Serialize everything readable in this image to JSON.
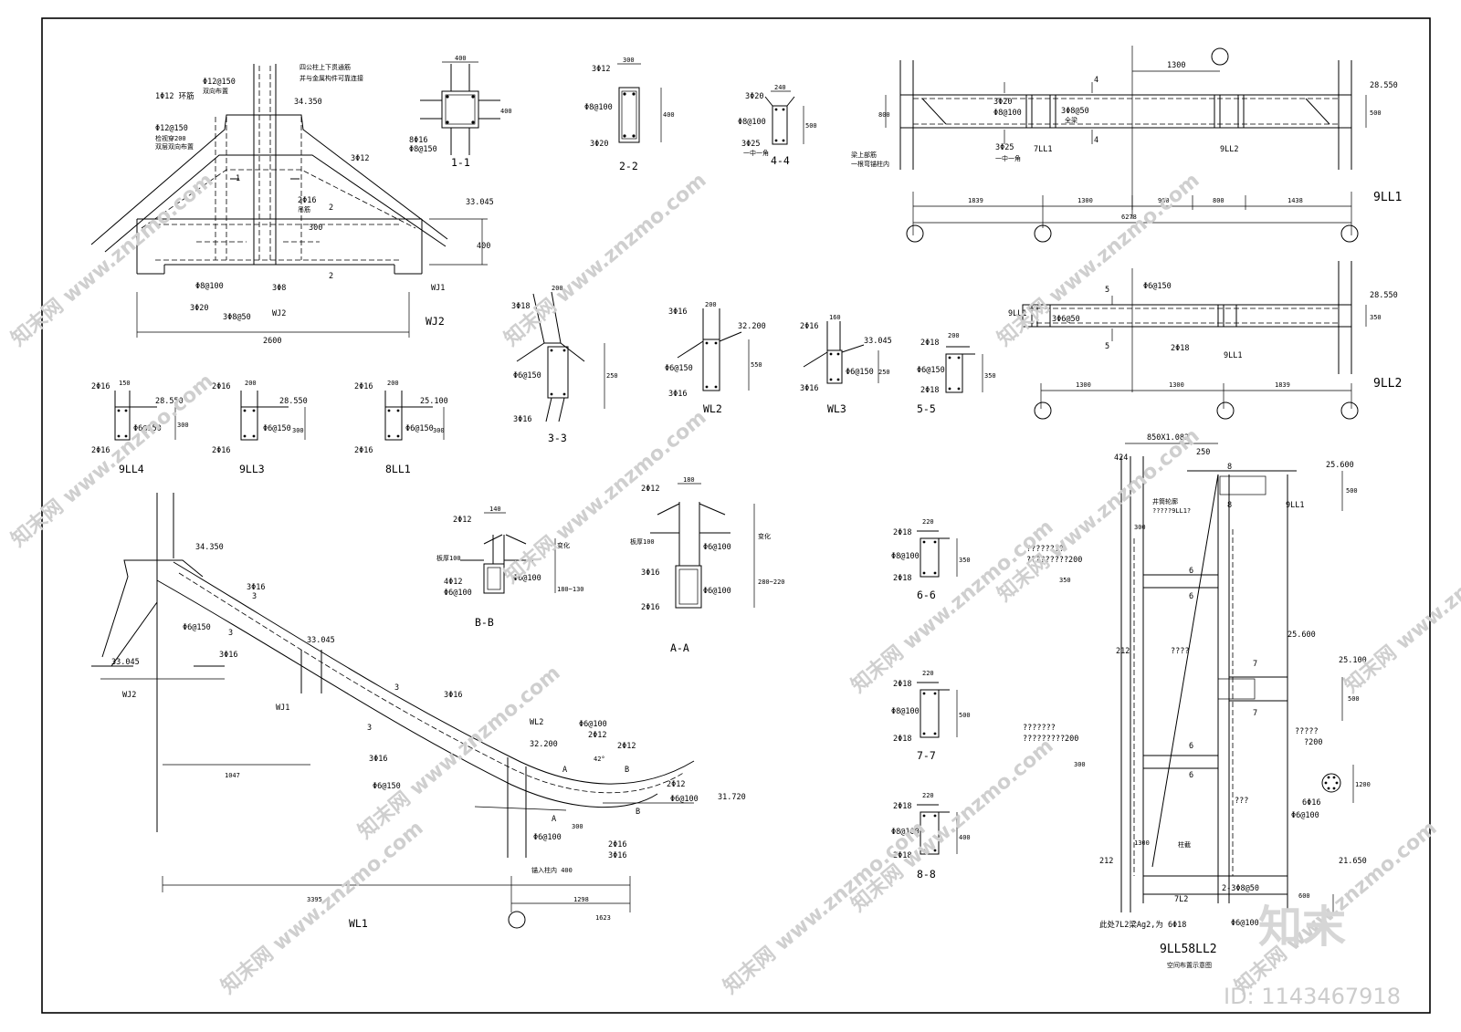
{
  "sheet": {
    "titles": {
      "wj2": "WJ2",
      "wl1": "WL1",
      "ll1_9": "9LL1",
      "ll2_9": "9LL2",
      "ll4_9": "9LL4",
      "ll3_9": "9LL3",
      "ll1_8": "8LL1",
      "wl2": "WL2",
      "wl3": "WL3",
      "s11": "1-1",
      "s22": "2-2",
      "s33": "3-3",
      "s44": "4-4",
      "s55": "5-5",
      "s66": "6-6",
      "s77": "7-7",
      "s88": "8-8",
      "sbb": "B-B",
      "saa": "A-A",
      "ll58": "9LL58LL2"
    },
    "wj2": {
      "note_top": "四公柱上下贯通筋",
      "note_top2": "并与金属构件可靠连接",
      "r1": "Φ12@150",
      "r1b": "双向布置",
      "r2": "1Φ12 环筋",
      "r3": "Φ12@150",
      "r3b": "检视穿200",
      "r3c": "双层双向布置",
      "elev_top": "34.350",
      "r4": "3Φ12",
      "r5": "2Φ16",
      "r5b": "吊筋",
      "r6": "300",
      "elev": "33.045",
      "dim400": "400",
      "cut1": "1",
      "cut2": "2",
      "r7": "Φ8@100",
      "r8": "3Φ20",
      "r9": "3Φ8@50",
      "r10": "3Φ8",
      "wj1": "WJ1",
      "wj2b": "WJ2",
      "dim2600": "2600"
    },
    "sec11": {
      "d400": "400",
      "d400b": "400",
      "r1": "8Φ16",
      "r2": "Φ8@150"
    },
    "sec22": {
      "d300": "300",
      "d400": "400",
      "r1": "3Φ12",
      "r2": "Φ8@100",
      "r3": "3Φ20"
    },
    "sec44": {
      "d240": "240",
      "d500": "500",
      "r1": "3Φ20",
      "r2": "Φ8@100",
      "r3": "3Φ25",
      "r3b": "一中一角"
    },
    "ll1": {
      "d1300": "1300",
      "elev": "28.550",
      "d800": "800",
      "d500": "500",
      "r1": "3Φ20",
      "r2": "Φ8@100",
      "r3": "3Φ8@50",
      "r3b": "全梁",
      "r4": "3Φ25",
      "r4b": "一中一角",
      "l1": "7LL1",
      "l2": "9LL2",
      "note1": "梁上部筋",
      "note2": "一根弯锚柱内",
      "s4": "4",
      "dims": [
        "1839",
        "1300",
        "900",
        "800",
        "1438"
      ],
      "total": "6278"
    },
    "ll2": {
      "r1": "Φ6@150",
      "elev": "28.550",
      "d350": "350",
      "l1": "9LL1",
      "r2": "3Φ6@50",
      "s5": "5",
      "r3": "2Φ18",
      "l2": "9LL1",
      "dims": [
        "1300",
        "1300",
        "1839"
      ]
    },
    "smalls": {
      "ll4": {
        "w": "150",
        "t": "2Φ16",
        "e": "28.550",
        "r": "Φ6@150",
        "h": "300",
        "b": "2Φ16"
      },
      "ll3": {
        "w": "200",
        "t": "2Φ16",
        "e": "28.550",
        "r": "Φ6@150",
        "h": "300",
        "b": "2Φ16"
      },
      "ll1": {
        "w": "200",
        "t": "2Φ16",
        "e": "25.100",
        "r": "Φ6@150",
        "h": "300",
        "b": "2Φ16"
      }
    },
    "sec33": {
      "w": "200",
      "t": "3Φ18",
      "r": "Φ6@150",
      "h": "250",
      "b": "3Φ16"
    },
    "wl2": {
      "w": "200",
      "t": "3Φ16",
      "e": "32.200",
      "r": "Φ6@150",
      "h": "550",
      "b": "3Φ16"
    },
    "wl3": {
      "w": "160",
      "t": "2Φ16",
      "e": "33.045",
      "r": "Φ6@150",
      "h": "250",
      "b": "3Φ16"
    },
    "sec55": {
      "w": "200",
      "t": "2Φ18",
      "r": "Φ6@150",
      "h": "350",
      "b": "2Φ18"
    },
    "secbb": {
      "w": "140",
      "t": "2Φ12",
      "n1": "板厚100",
      "r": "Φ6@100",
      "h": "180~130",
      "r2": "4Φ12",
      "r3": "Φ6@100",
      "v": "变化"
    },
    "secaa": {
      "w": "180",
      "t": "2Φ12",
      "n1": "板厚100",
      "r": "Φ6@100",
      "r2": "3Φ16",
      "r3": "Φ6@100",
      "b": "2Φ16",
      "h": "280~220",
      "v": "变化"
    },
    "sec66": {
      "w": "220",
      "t": "2Φ18",
      "r": "Φ8@100",
      "h": "350",
      "b": "2Φ18"
    },
    "sec77": {
      "w": "220",
      "t": "2Φ18",
      "r": "Φ8@100",
      "h": "500",
      "b": "2Φ18"
    },
    "sec88": {
      "w": "220",
      "t": "2Φ18",
      "r": "Φ8@100",
      "h": "400",
      "b": "2Φ18"
    },
    "wl1": {
      "e1": "34.350",
      "r1": "3Φ16",
      "r2": "Φ6@150",
      "r3": "3Φ16",
      "e2": "33.045",
      "e3": "33.045",
      "wj2": "WJ2",
      "wj1": "WJ1",
      "s3": "3",
      "r4": "3Φ16",
      "r5": "3Φ16",
      "r6": "Φ6@150",
      "wl2": "WL2",
      "e4": "32.200",
      "r7": "Φ6@100",
      "r8": "2Φ12",
      "r9": "2Φ12",
      "r10": "2Φ12",
      "r11": "Φ6@100",
      "e5": "31.720",
      "r12": "Φ6@100",
      "r13": "2Φ16",
      "r14": "3Φ16",
      "n1": "锚入柱内 400",
      "a": "A",
      "b": "B",
      "ang": "42°",
      "d300": "300",
      "dims": [
        "1047",
        "3395",
        "1298",
        "1623"
      ]
    },
    "ll58": {
      "top": "850X1.082",
      "d250": "250",
      "d424": "424",
      "s8": "8",
      "e1": "25.600",
      "d500": "500",
      "n1": "井筒轮廓",
      "n2": "?????9LL1?",
      "l1": "9LL1",
      "d300": "300",
      "q1": "????????",
      "q2": "?????????200",
      "d350": "350",
      "s6": "6",
      "q3": "????",
      "d212": "212",
      "e2": "25.600",
      "s7": "7",
      "e3": "25.100",
      "q4": "???????",
      "q5": "?????????200",
      "q6": "?????",
      "q7": "?200",
      "d300b": "300",
      "d500b": "500",
      "q8": "???",
      "r1": "6Φ16",
      "r2": "Φ6@100",
      "d1200": "1200",
      "lbl": "柱截",
      "d1300": "1300",
      "e4": "21.650",
      "r3": "2-3Φ8@50",
      "d212b": "212",
      "l7": "7L2",
      "d600": "600",
      "note": "此处7L2梁Ag2,为 6Φ18",
      "r4": "Φ6@100",
      "caption": "空间布置示意图"
    },
    "watermark": {
      "text": "知末网 www.znzmo.com",
      "logo": "知末",
      "id": "ID: 1143467918"
    }
  }
}
